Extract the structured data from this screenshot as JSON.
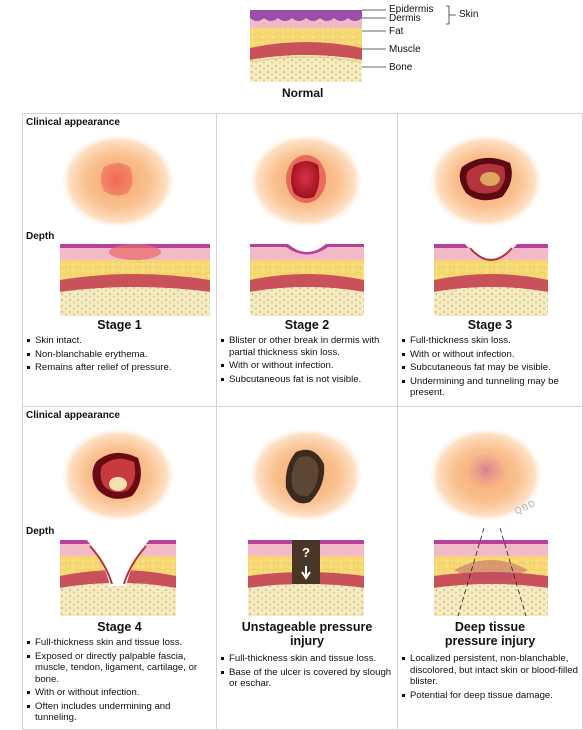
{
  "normal": {
    "labels": {
      "epidermis": "Epidermis",
      "dermis": "Dermis",
      "skin": "Skin",
      "fat": "Fat",
      "muscle": "Muscle",
      "bone": "Bone"
    },
    "title": "Normal"
  },
  "sections": {
    "clinical": "Clinical appearance",
    "depth": "Depth"
  },
  "stages": [
    {
      "title": "Stage 1",
      "bullets": [
        "Skin intact.",
        "Non-blanchable erythema.",
        "Remains after relief of pressure."
      ]
    },
    {
      "title": "Stage 2",
      "bullets": [
        "Blister or other break in dermis with partial thickness skin loss.",
        "With or without infection.",
        "Subcutaneous fat is not visible."
      ]
    },
    {
      "title": "Stage 3",
      "bullets": [
        "Full-thickness skin loss.",
        "With or without infection.",
        "Subcutaneous fat may be visible.",
        "Undermining and tunneling may be present."
      ]
    },
    {
      "title": "Stage 4",
      "bullets": [
        "Full-thickness skin and tissue loss.",
        "Exposed or directly palpable fascia, muscle, tendon, ligament, cartilage, or bone.",
        "With or without infection.",
        "Often includes undermining and tunneling."
      ]
    },
    {
      "title": "Unstageable pressure injury",
      "bullets": [
        "Full-thickness skin and tissue loss.",
        "Base of the ulcer is covered by slough or eschar."
      ]
    },
    {
      "title": "Deep tissue pressure injury",
      "bullets": [
        "Localized persistent, non-blanchable, discolored, but intact skin or blood-filled blister.",
        "Potential for deep tissue damage."
      ]
    }
  ],
  "unstageable_mark": "?",
  "watermark": "QBD"
}
